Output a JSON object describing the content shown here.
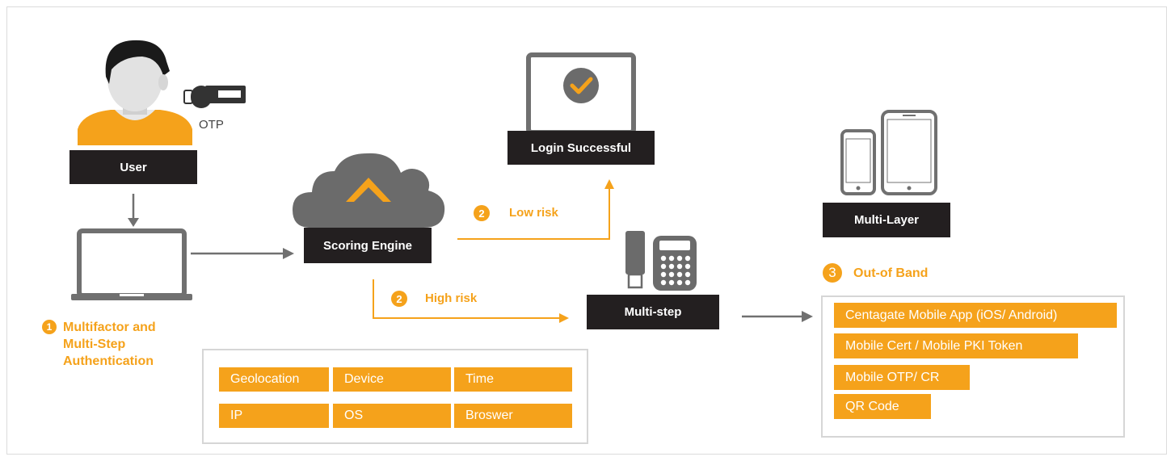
{
  "user": {
    "label": "User",
    "otp_label": "OTP"
  },
  "auth": {
    "step_number": "1",
    "line1": "Multifactor and",
    "line2": "Multi-Step",
    "line3": "Authentication"
  },
  "scoring": {
    "label": "Scoring Engine"
  },
  "login": {
    "label": "Login Successful"
  },
  "low_risk": {
    "step_number": "2",
    "label": "Low risk"
  },
  "high_risk": {
    "step_number": "2",
    "label": "High risk"
  },
  "multistep": {
    "label": "Multi-step"
  },
  "multilayer": {
    "label": "Multi-Layer"
  },
  "oob": {
    "step_number": "3",
    "label": "Out-of Band"
  },
  "factors": [
    {
      "label": "Geolocation"
    },
    {
      "label": "Device"
    },
    {
      "label": "Time"
    },
    {
      "label": "IP"
    },
    {
      "label": "OS"
    },
    {
      "label": "Broswer"
    }
  ],
  "oob_options": [
    {
      "label": "Centagate Mobile App (iOS/ Android)"
    },
    {
      "label": "Mobile Cert / Mobile PKI Token"
    },
    {
      "label": "Mobile OTP/ CR"
    },
    {
      "label": "QR Code"
    }
  ],
  "colors": {
    "accent": "#f5a21b",
    "dark": "#231f20",
    "gray": "#707070"
  }
}
